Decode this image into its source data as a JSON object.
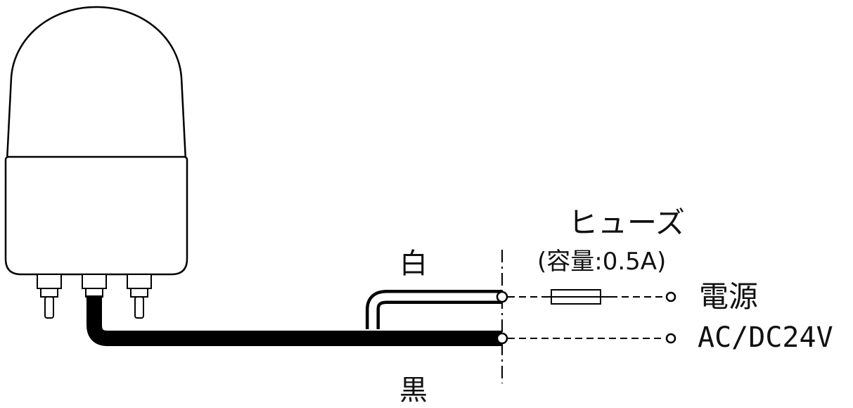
{
  "diagram": {
    "wire_white_label": "白",
    "wire_black_label": "黒",
    "fuse_label": "ヒューズ",
    "fuse_capacity": "(容量:0.5A)",
    "power_label": "電源",
    "power_spec": "AC/DC24V"
  },
  "colors": {
    "stroke": "#000000",
    "background": "#ffffff"
  }
}
